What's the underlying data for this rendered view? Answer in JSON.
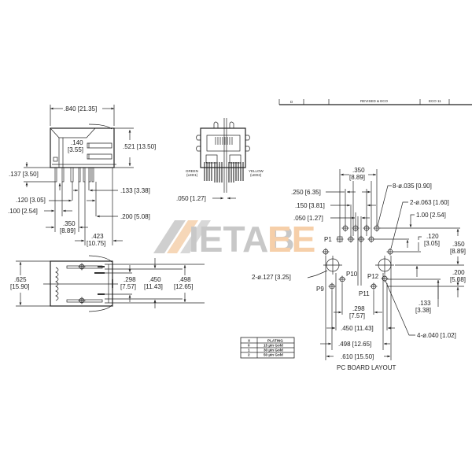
{
  "title_block": {
    "cells": [
      "D",
      "",
      "REVISED & ECO",
      "ECO 11"
    ]
  },
  "side_view": {
    "width": ".840 [21.35]",
    "height": ".521 [13.50]",
    "inner_height_in": ".140",
    "inner_height_mm": "[3.55]",
    "pin_height": ".137 [3.50]",
    "d1": ".120 [3.05]",
    "d2": ".100 [2.54]",
    "d3_in": ".350",
    "d3_mm": "[8.89]",
    "d4_in": ".423",
    "d4_mm": "[10.75]",
    "d5": ".133 [3.38]",
    "d6": ".200 [5.08]"
  },
  "front_view": {
    "pitch": ".050 [1.27]",
    "led_left_1": "GREEN",
    "led_left_2": "(LED1)",
    "led_right_1": "YELLOW",
    "led_right_2": "(LED2)"
  },
  "bottom_view": {
    "width_in": ".625",
    "width_mm": "[15.90]",
    "d1_in": ".298",
    "d1_mm": "[7.57]",
    "d2_in": ".450",
    "d2_mm": "[11.43]",
    "d3_in": ".498",
    "d3_mm": "[12.65]"
  },
  "pcb_layout": {
    "title": "PC BOARD LAYOUT",
    "span_in": ".350",
    "span_mm": "[8.89]",
    "h1": ".250 [6.35]",
    "h2": ".150 [3.81]",
    "h3": ".050 [1.27]",
    "holes_a": "8-ø.035 [0.90]",
    "holes_b": "2-ø.063 [1.60]",
    "row_pitch": "1.00 [2.54]",
    "v1_in": ".120",
    "v1_mm": "[3.05]",
    "v2_in": ".350",
    "v2_mm": "[8.89]",
    "mount_holes": "2-ø.127 [3.25]",
    "v3_in": ".200",
    "v3_mm": "[5.08]",
    "v4_in": ".133",
    "v4_mm": "[3.38]",
    "led_holes": "4-ø.040 [1.02]",
    "w1_in": ".298",
    "w1_mm": "[7.57]",
    "w2": ".450 [11.43]",
    "w3": ".498 [12.65]",
    "w4": ".610 [15.50]",
    "pins": [
      "P1",
      "P9",
      "P10",
      "P11",
      "P12"
    ]
  },
  "plating_table": {
    "headers": [
      "X",
      "PLATING"
    ],
    "rows": [
      [
        "0",
        "15 µin Gold"
      ],
      [
        "1",
        "30 µin Gold"
      ],
      [
        "2",
        "50 µin Gold"
      ]
    ]
  },
  "watermark": {
    "text_gray": "IETAB",
    "text_orange": "EE",
    "gray": "#c8c8c8",
    "orange": "#f6cfa9"
  }
}
